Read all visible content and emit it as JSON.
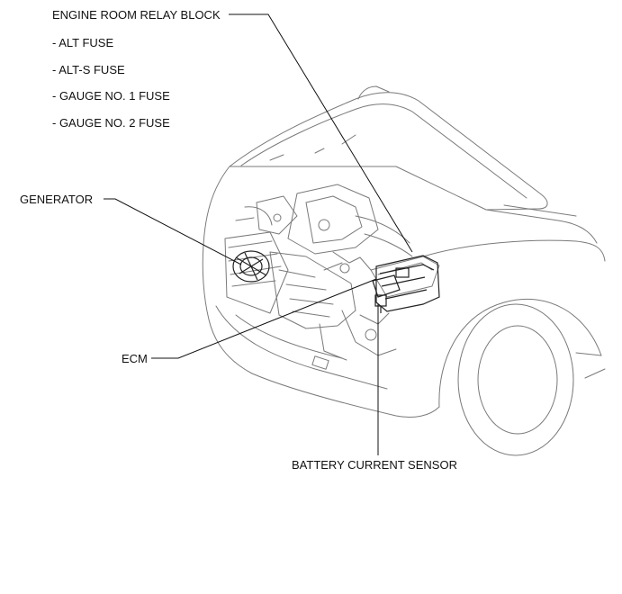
{
  "callouts": {
    "relay_block": "ENGINE ROOM RELAY BLOCK",
    "fuses": [
      "- ALT FUSE",
      "- ALT-S FUSE",
      "- GAUGE NO. 1 FUSE",
      "- GAUGE NO. 2 FUSE"
    ],
    "generator": "GENERATOR",
    "ecm": "ECM",
    "battery_current_sensor": "BATTERY CURRENT SENSOR"
  },
  "colors": {
    "line": "#111111",
    "illustration": "#6f6f6f",
    "background": "#ffffff"
  }
}
